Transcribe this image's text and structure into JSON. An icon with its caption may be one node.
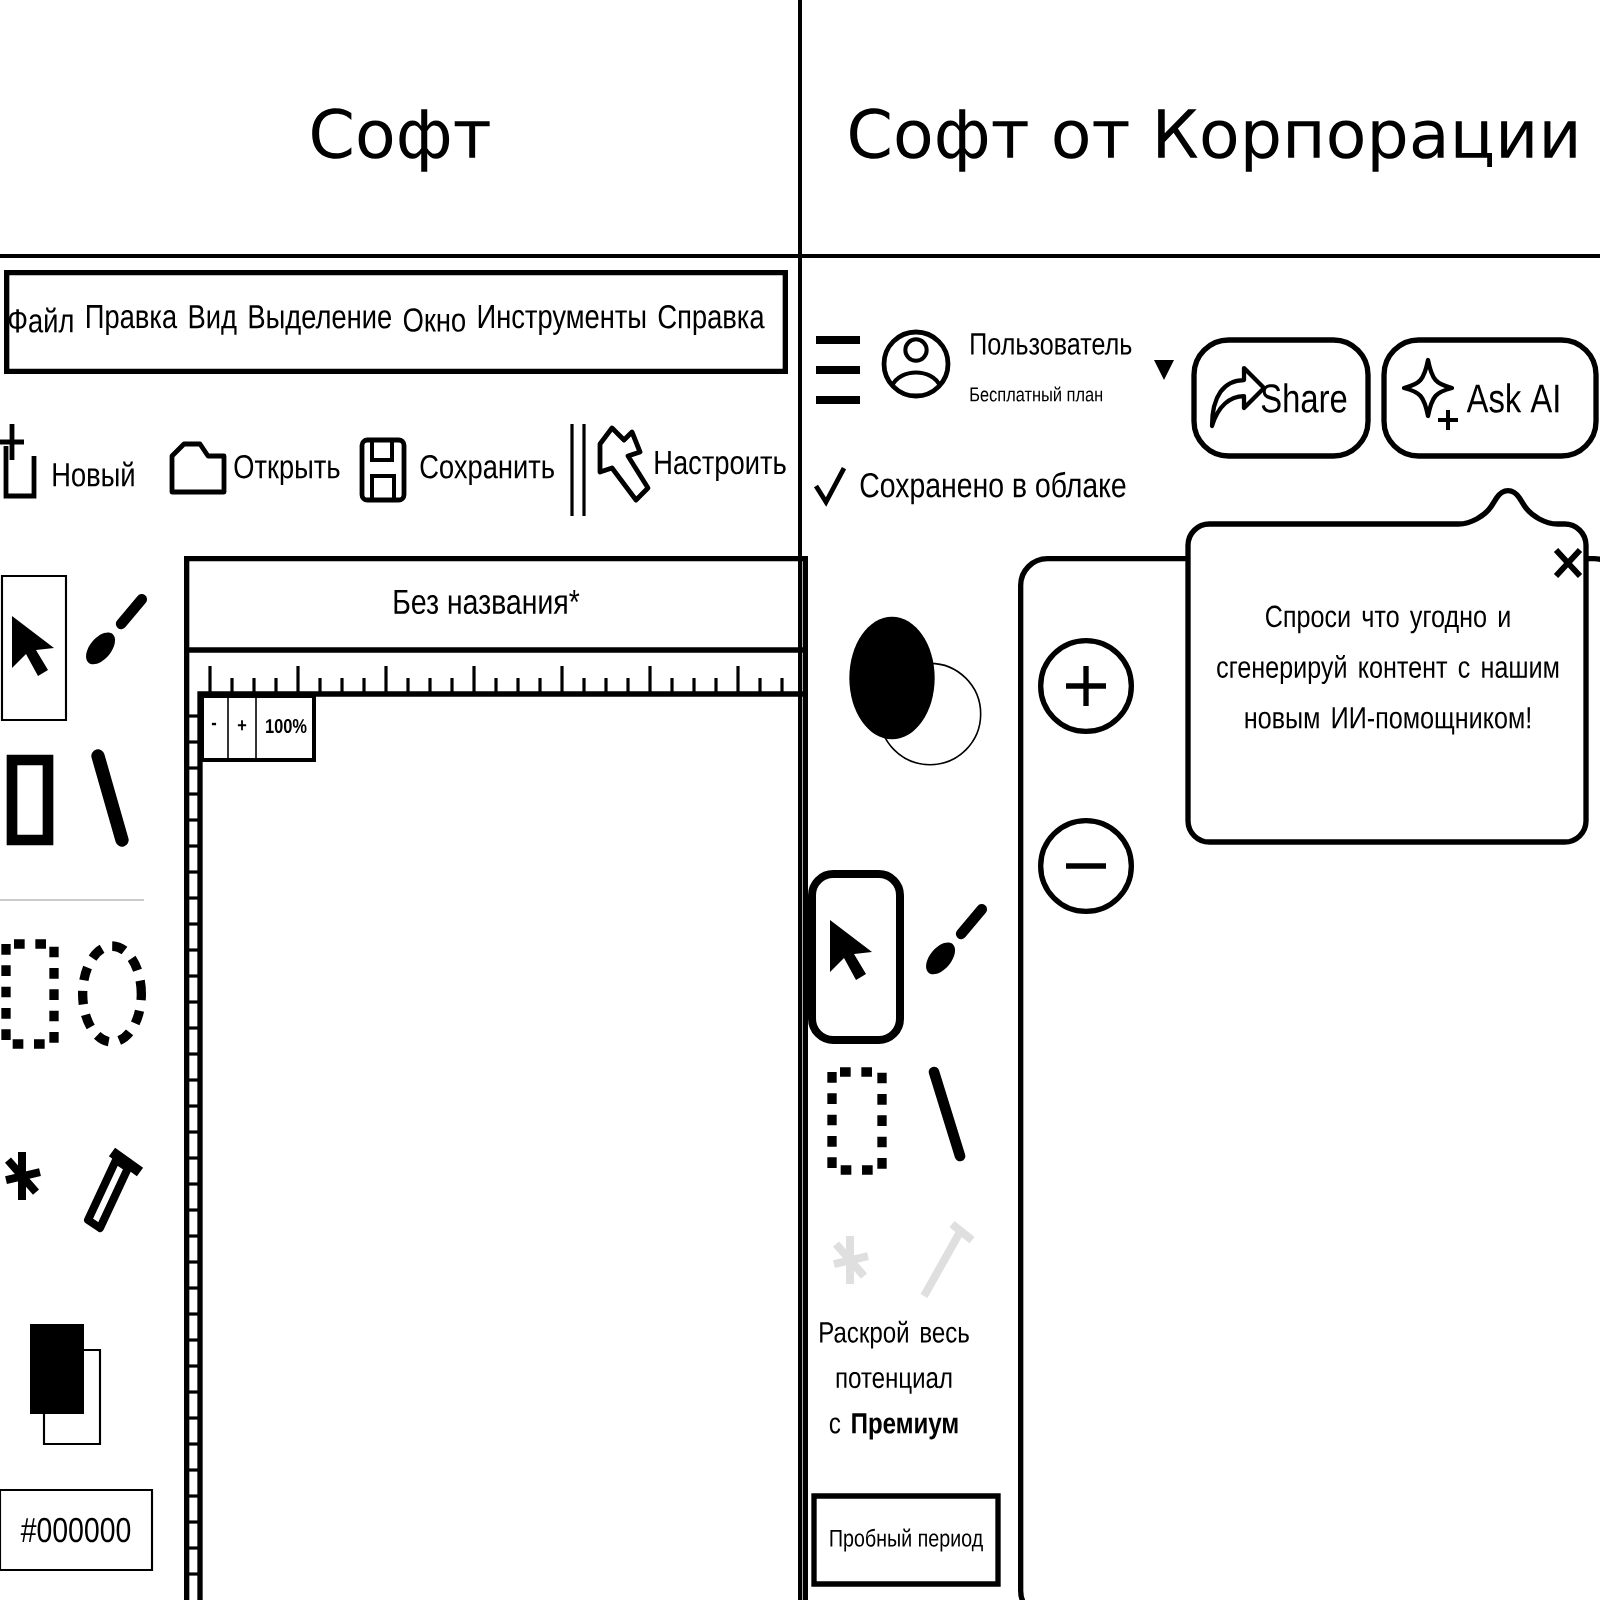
{
  "diagram": {
    "nodes": [
      {
        "text": [
          "Софт"
        ]
      },
      {
        "text": [
          "Софт от Корпорации"
        ]
      },
      {
        "text": [
          "Файл",
          "Правка",
          "Вид",
          "Выделение",
          "Окно",
          "Инструменты",
          "Справка"
        ]
      },
      {
        "text": [
          "Без названия*"
        ]
      },
      {
        "text": [
          "-",
          "+",
          "100%"
        ],
        "in": 3
      },
      {
        "text": [
          "#000000"
        ]
      },
      {
        "text": [
          "Share"
        ]
      },
      {
        "text": [
          "Ask AI"
        ]
      },
      {
        "text": [],
        "shape": "box"
      },
      {
        "text": [
          "Спроси что угодно и сгенерируй контент с нашим новым ИИ-помощником!"
        ]
      },
      {
        "text": [],
        "shape": "circle",
        "in": 8
      },
      {
        "text": [],
        "shape": "circle",
        "in": 8
      },
      {
        "text": [
          "Пробный период"
        ]
      }
    ],
    "labels": [
      "Новый",
      "Открыть",
      "Сохранить",
      "Настроить",
      "Пользователь",
      "Бесплатный план",
      "Сохранено в облаке",
      "Раскрой весь потенциал с **Премиум**"
    ]
  }
}
